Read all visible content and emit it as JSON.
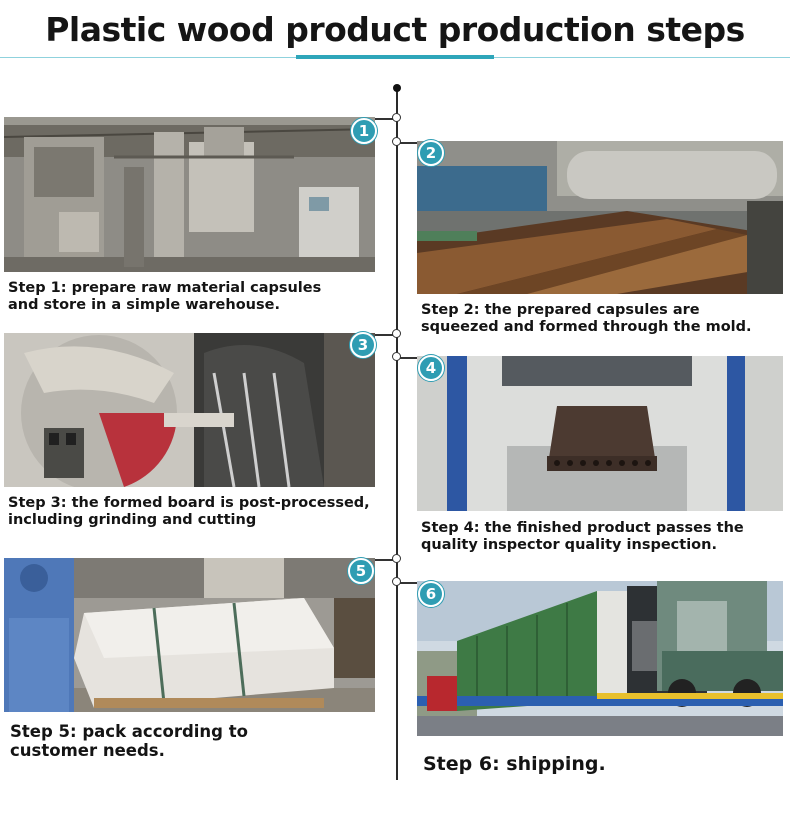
{
  "title": "Plastic wood product production steps",
  "steps": [
    {
      "number": "1",
      "caption_lines": [
        "Step 1: prepare raw material capsules",
        "and store in a simple warehouse."
      ]
    },
    {
      "number": "2",
      "caption_lines": [
        "Step 2: the prepared capsules are",
        "squeezed and formed through the mold."
      ]
    },
    {
      "number": "3",
      "caption_lines": [
        "Step 3: the formed board is post-processed,",
        "including grinding and cutting"
      ]
    },
    {
      "number": "4",
      "caption_lines": [
        "Step 4: the finished product passes the",
        "quality inspector quality inspection."
      ]
    },
    {
      "number": "5",
      "caption_lines": [
        "Step 5: pack according to",
        "customer needs."
      ]
    },
    {
      "number": "6",
      "caption_lines": [
        "Step 6: shipping."
      ]
    }
  ],
  "colors": {
    "accent": "#2f9db3",
    "rule": "#2ea6ba",
    "text": "#141414"
  }
}
